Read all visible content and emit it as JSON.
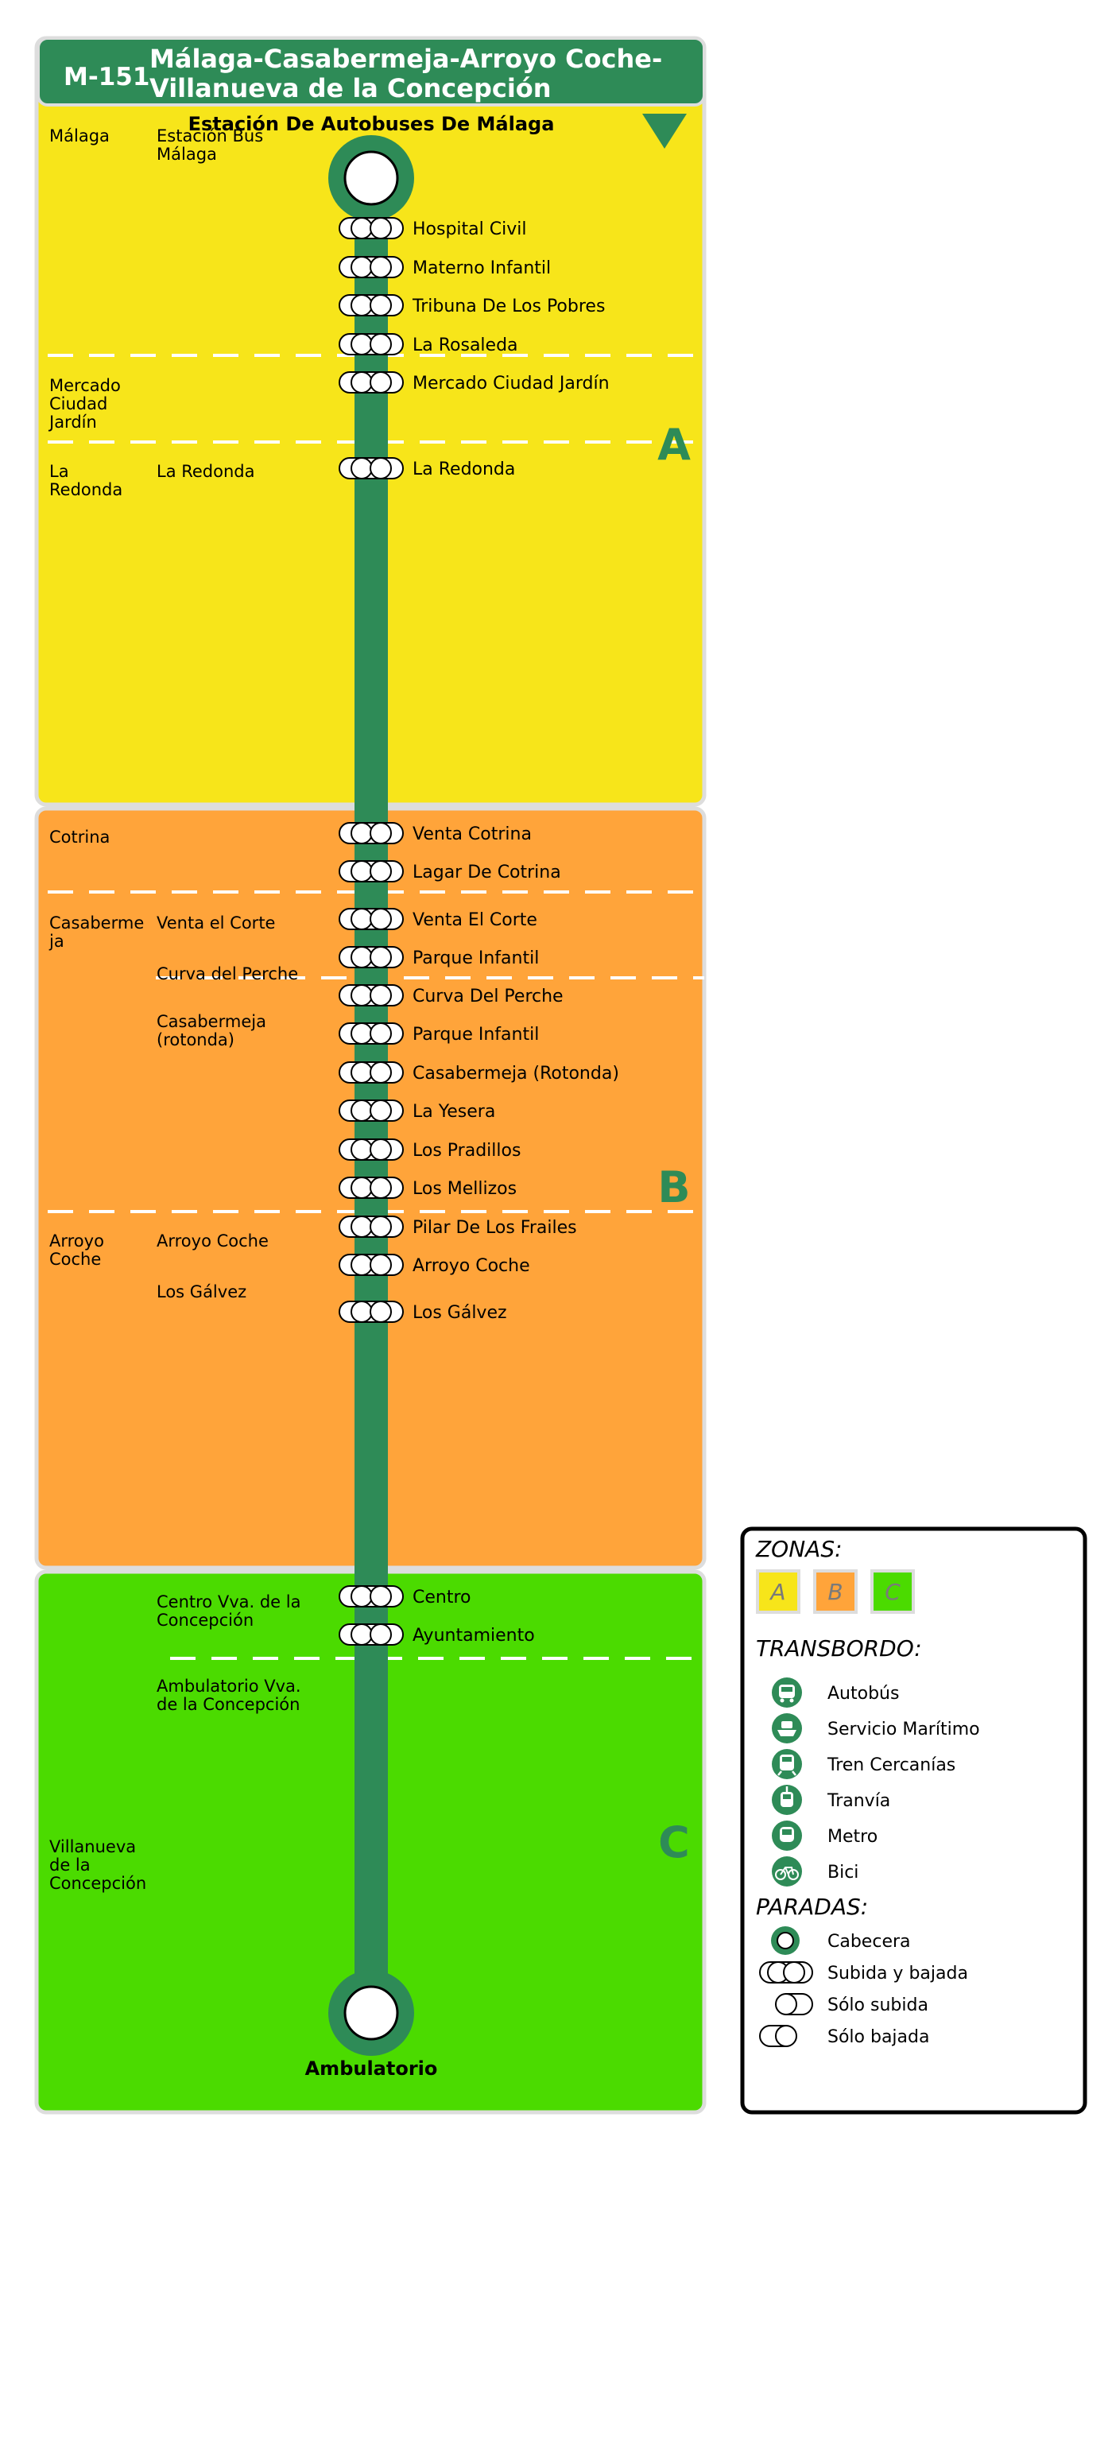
{
  "header": {
    "line_code": "M-151",
    "title_line1": "Málaga-Casabermeja-Arroyo Coche-",
    "title_line2": "Villanueva de la Concepción",
    "head_stop": "Estación De Autobuses De Málaga",
    "end_stop": "Ambulatorio"
  },
  "colors": {
    "primary": "#2e8b57",
    "zone_a": "#f7e51a",
    "zone_b": "#ffa43a",
    "zone_c": "#4bdb00"
  },
  "zones": [
    {
      "key": "a",
      "label": "A"
    },
    {
      "key": "b",
      "label": "B"
    },
    {
      "key": "c",
      "label": "C"
    }
  ],
  "municipalities": [
    {
      "key": "malaga",
      "lines": [
        "Málaga"
      ]
    },
    {
      "key": "mercado",
      "lines": [
        "Mercado",
        "Ciudad",
        "Jardín"
      ]
    },
    {
      "key": "redonda",
      "lines": [
        "La",
        "Redonda"
      ]
    },
    {
      "key": "cotrina",
      "lines": [
        "Cotrina"
      ]
    },
    {
      "key": "casabermeja",
      "lines": [
        "Casaberme",
        "ja"
      ]
    },
    {
      "key": "arroyo",
      "lines": [
        "Arroyo",
        "Coche"
      ]
    },
    {
      "key": "villanueva",
      "lines": [
        "Villanueva",
        "de la",
        "Concepción"
      ]
    }
  ],
  "localities": [
    {
      "key": "estacion-bus",
      "lines": [
        "Estación Bus",
        "Málaga"
      ]
    },
    {
      "key": "la-redonda",
      "lines": [
        "La Redonda"
      ]
    },
    {
      "key": "venta-el-corte",
      "lines": [
        "Venta el Corte"
      ]
    },
    {
      "key": "curva-del-perche",
      "lines": [
        "Curva del Perche"
      ]
    },
    {
      "key": "casabermeja-rotonda",
      "lines": [
        "Casabermeja",
        "(rotonda)"
      ]
    },
    {
      "key": "arroyo-coche",
      "lines": [
        "Arroyo Coche"
      ]
    },
    {
      "key": "los-galvez",
      "lines": [
        "Los Gálvez"
      ]
    },
    {
      "key": "centro-vva",
      "lines": [
        "Centro Vva. de la",
        "Concepción"
      ]
    },
    {
      "key": "ambulatorio-vva",
      "lines": [
        "Ambulatorio Vva.",
        "de la Concepción"
      ]
    }
  ],
  "stops": [
    "Hospital Civil",
    "Materno Infantil",
    "Tribuna De Los Pobres",
    "La Rosaleda",
    "Mercado Ciudad Jardín",
    "La Redonda",
    "Venta Cotrina",
    "Lagar De Cotrina",
    "Venta El Corte",
    "Parque Infantil",
    "Curva Del Perche",
    "Parque Infantil",
    "Casabermeja (Rotonda)",
    "La Yesera",
    "Los Pradillos",
    "Los Mellizos",
    "Pilar De Los Frailes",
    "Arroyo Coche",
    "Los Gálvez",
    "Centro",
    "Ayuntamiento"
  ],
  "legend": {
    "zonas_title": "ZONAS:",
    "zone_labels": [
      "A",
      "B",
      "C"
    ],
    "transbordo_title": "TRANSBORDO:",
    "transbordo": [
      {
        "icon": "bus-icon",
        "label": "Autobús"
      },
      {
        "icon": "ferry-icon",
        "label": "Servicio Marítimo"
      },
      {
        "icon": "train-icon",
        "label": "Tren Cercanías"
      },
      {
        "icon": "tram-icon",
        "label": "Tranvía"
      },
      {
        "icon": "metro-icon",
        "label": "Metro"
      },
      {
        "icon": "bike-icon",
        "label": "Bici"
      }
    ],
    "paradas_title": "PARADAS:",
    "paradas": [
      {
        "icon": "head-stop-icon",
        "label": "Cabecera"
      },
      {
        "icon": "boarding-alighting-icon",
        "label": "Subida y bajada"
      },
      {
        "icon": "boarding-only-icon",
        "label": "Sólo subida"
      },
      {
        "icon": "alighting-only-icon",
        "label": "Sólo bajada"
      }
    ]
  }
}
